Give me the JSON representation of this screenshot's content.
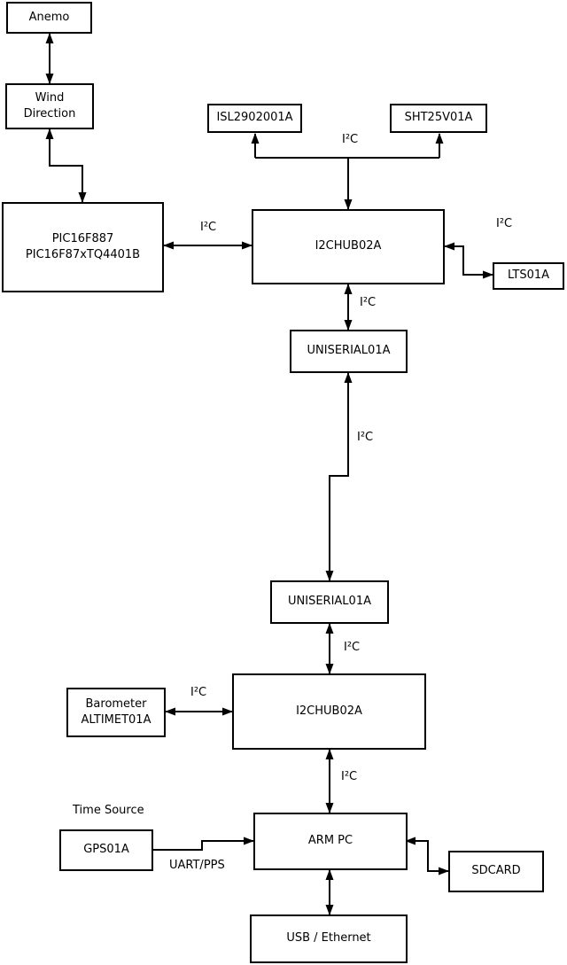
{
  "colors": {
    "background": "#ffffff",
    "line": "#000000",
    "box_fill": "#ffffff",
    "text": "#000000"
  },
  "diagram": {
    "nodes": {
      "anemo": {
        "label": "Anemo"
      },
      "wind_direction": {
        "label": "Wind\nDirection"
      },
      "pic": {
        "label": "PIC16F887\nPIC16F87xTQ4401B"
      },
      "isl": {
        "label": "ISL2902001A"
      },
      "sht": {
        "label": "SHT25V01A"
      },
      "i2chub_top": {
        "label": "I2CHUB02A"
      },
      "lts": {
        "label": "LTS01A"
      },
      "uniserial_top": {
        "label": "UNISERIAL01A"
      },
      "uniserial_bottom": {
        "label": "UNISERIAL01A"
      },
      "barometer": {
        "label": "Barometer\nALTIMET01A"
      },
      "i2chub_bottom": {
        "label": "I2CHUB02A"
      },
      "gps": {
        "label": "GPS01A"
      },
      "arm_pc": {
        "label": "ARM PC"
      },
      "sdcard": {
        "label": "SDCARD"
      },
      "usb_ethernet": {
        "label": "USB / Ethernet"
      }
    },
    "labels": {
      "i2c": "I²C",
      "uart_pps": "UART/PPS",
      "time_source": "Time Source"
    }
  }
}
